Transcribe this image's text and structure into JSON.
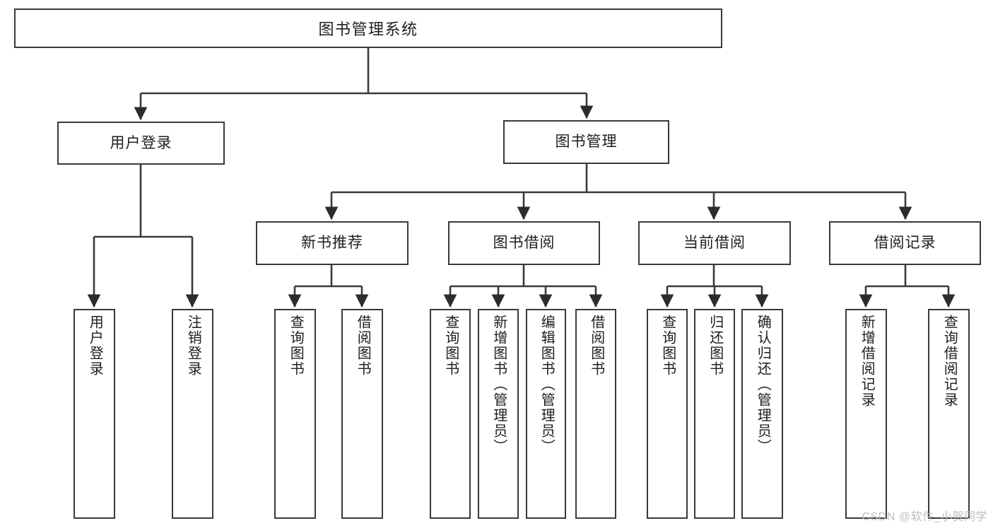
{
  "diagram": {
    "title": "图书管理系统",
    "type": "functional-structure-tree",
    "root": {
      "label": "图书管理系统"
    },
    "level2": [
      {
        "label": "用户登录"
      },
      {
        "label": "图书管理"
      }
    ],
    "level3": [
      {
        "label": "新书推荐"
      },
      {
        "label": "图书借阅"
      },
      {
        "label": "当前借阅"
      },
      {
        "label": "借阅记录"
      }
    ],
    "leaves": {
      "user_login": [
        {
          "label": "用户登录"
        },
        {
          "label": "注销登录"
        }
      ],
      "new_book_recommend": [
        {
          "label": "查询图书"
        },
        {
          "label": "借阅图书"
        }
      ],
      "book_borrow": [
        {
          "label": "查询图书"
        },
        {
          "label": "新增图书（管理员）"
        },
        {
          "label": "编辑图书（管理员）"
        },
        {
          "label": "借阅图书"
        }
      ],
      "current_borrow": [
        {
          "label": "查询图书"
        },
        {
          "label": "归还图书"
        },
        {
          "label": "确认归还（管理员）"
        }
      ],
      "borrow_record": [
        {
          "label": "新增借阅记录"
        },
        {
          "label": "查询借阅记录"
        }
      ]
    }
  },
  "watermark": {
    "text": "CSDN @软件_小贺同学"
  },
  "colors": {
    "stroke": "#3a3a3a",
    "background": "#ffffff",
    "text": "#1e1e1e",
    "watermark": "#bdbdbd"
  }
}
